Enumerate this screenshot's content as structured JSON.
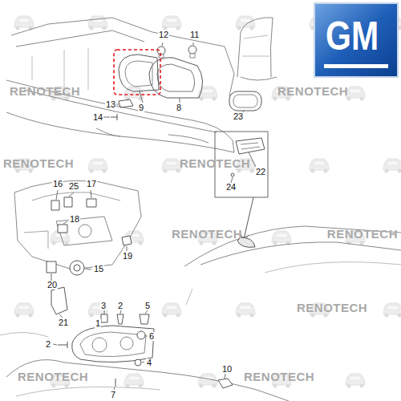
{
  "diagram": {
    "labels": [
      "12",
      "11",
      "9",
      "8",
      "13",
      "14",
      "23",
      "22",
      "24",
      "16",
      "25",
      "17",
      "18",
      "19",
      "15",
      "20",
      "21",
      "3",
      "1",
      "2",
      "5",
      "2",
      "6",
      "4",
      "7",
      "10",
      "RENOTECH",
      "RENOTECH",
      "RENOTECH",
      "RENOTECH",
      "RENOTECH",
      "RENOTECH",
      "RENOTECH",
      "RENOTECH",
      "RENOTECH",
      "GM"
    ]
  }
}
